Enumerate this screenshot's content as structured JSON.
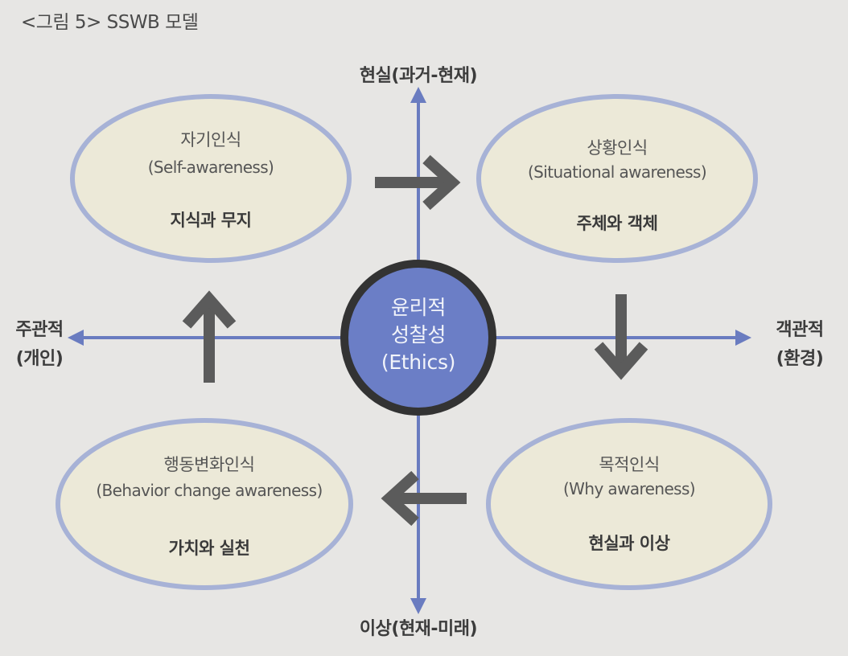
{
  "caption": "<그림 5> SSWB 모델",
  "axes": {
    "top": "현실(과거-현재)",
    "bottom": "이상(현재-미래)",
    "left": {
      "line1": "주관적",
      "line2": "(개인)"
    },
    "right": {
      "line1": "객관적",
      "line2": "(환경)"
    }
  },
  "center": {
    "line1": "윤리적",
    "line2": "성찰성",
    "line3": "(Ethics)"
  },
  "quadrants": {
    "top_left": {
      "title": "자기인식",
      "english": "(Self-awareness)",
      "keyword": "지식과 무지"
    },
    "top_right": {
      "title": "상황인식",
      "english": "(Situational awareness)",
      "keyword": "주체와 객체"
    },
    "bottom_right": {
      "title": "목적인식",
      "english": "(Why awareness)",
      "keyword": "현실과 이상"
    },
    "bottom_left": {
      "title": "행동변화인식",
      "english": "(Behavior change awareness)",
      "keyword": "가치와 실천"
    }
  },
  "colors": {
    "background": "#e7e6e4",
    "ellipse_fill": "#ece9d8",
    "ellipse_border": "#a7b2d6",
    "axis": "#6a7cc0",
    "center_fill": "#6b7ec6",
    "center_border": "#333333",
    "arrow": "#5b5b5b"
  }
}
